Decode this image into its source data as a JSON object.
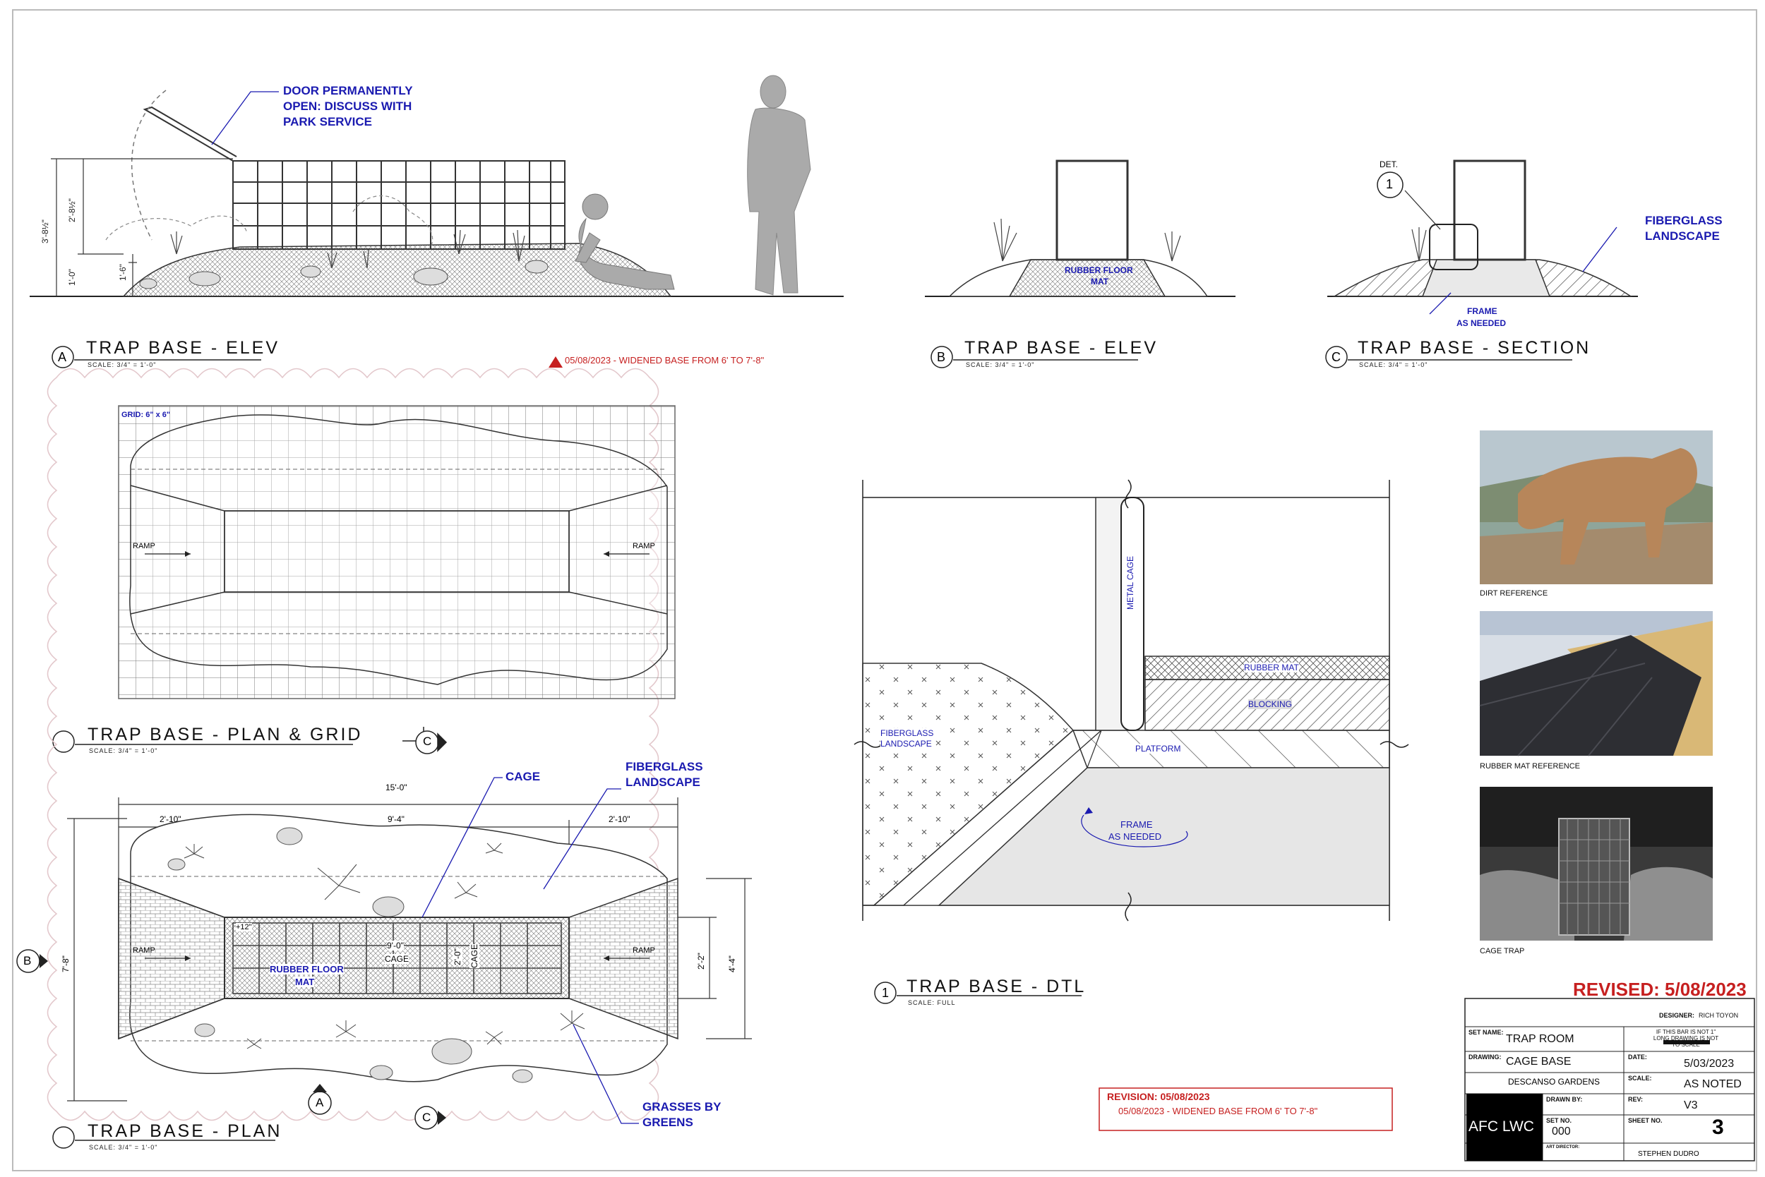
{
  "elev_a": {
    "title": "TRAP BASE - ELEV",
    "key": "A",
    "scale": "SCALE: 3/4\" = 1'-0\"",
    "door_note": [
      "DOOR PERMANENTLY",
      "OPEN: DISCUSS WITH",
      "PARK SERVICE"
    ],
    "dims": [
      "3'-8½\"",
      "2'-8½\"",
      "1'-0\"",
      "1'-6\""
    ]
  },
  "elev_b": {
    "title": "TRAP BASE - ELEV",
    "key": "B",
    "scale": "SCALE: 3/4\" = 1'-0\"",
    "mat_note": [
      "RUBBER FLOOR",
      "MAT"
    ]
  },
  "section_c": {
    "title": "TRAP BASE - SECTION",
    "key": "C",
    "scale": "SCALE: 3/4\" = 1'-0\"",
    "det": "DET.",
    "det_num": "1",
    "fiberglass_note": [
      "FIBERGLASS",
      "LANDSCAPE"
    ],
    "frame_note": [
      "FRAME",
      "AS NEEDED"
    ]
  },
  "revision_flag": "05/08/2023 - WIDENED BASE FROM 6' TO 7'-8\"",
  "plan_grid": {
    "title": "TRAP BASE - PLAN & GRID",
    "scale": "SCALE: 3/4\" = 1'-0\"",
    "grid_label": "GRID: 6\" x 6\"",
    "ramp": "RAMP"
  },
  "plan": {
    "title": "TRAP BASE - PLAN",
    "scale": "SCALE: 3/4\" = 1'-0\"",
    "cage_note": "CAGE",
    "fiberglass_note": [
      "FIBERGLASS",
      "LANDSCAPE"
    ],
    "grasses_note": [
      "GRASSES BY",
      "GREENS"
    ],
    "ramp": "RAMP",
    "dims": {
      "overall": "15'-0\"",
      "center": "9'-4\"",
      "left": "2'-10\"",
      "right": "2'-10\"",
      "width": "7'-8\"",
      "right_inner": "2'-2\"",
      "right_outer": "4'-4\"",
      "offset": "+12\"",
      "cage_len": "9'-0\"",
      "cage_w": "2'-0\""
    },
    "cage_label": "CAGE",
    "mat_note": [
      "RUBBER FLOOR",
      "MAT"
    ],
    "key_b": "B",
    "key_a": "A",
    "key_c": "C"
  },
  "detail": {
    "title": "TRAP BASE - DTL",
    "key": "1",
    "scale": "SCALE: FULL",
    "metal_cage": "METAL CAGE",
    "rubber_mat": "RUBBER MAT",
    "blocking": "BLOCKING",
    "platform": "PLATFORM",
    "fiberglass": [
      "FIBERGLASS",
      "LANDSCAPE"
    ],
    "frame": [
      "FRAME",
      "AS NEEDED"
    ]
  },
  "references": [
    {
      "caption": "DIRT REFERENCE",
      "icon": "mountain-lion-photo"
    },
    {
      "caption": "RUBBER MAT REFERENCE",
      "icon": "rubber-mat-photo"
    },
    {
      "caption": "CAGE TRAP",
      "icon": "cage-trap-photo"
    }
  ],
  "revision_box": {
    "heading": "REVISION: 05/08/2023",
    "line": "05/08/2023 - WIDENED BASE FROM 6' TO 7'-8\""
  },
  "title_block": {
    "revised": "REVISED: 5/08/2023",
    "designer_label": "DESIGNER:",
    "designer": "RICH TOYON",
    "set_name_label": "SET NAME:",
    "set_name": "TRAP ROOM",
    "scale_warning": "IF THIS BAR IS NOT 1\" LONG DRAWING IS NOT TO SCALE",
    "drawing_label": "DRAWING:",
    "drawing": "CAGE BASE",
    "client": "DESCANSO GARDENS",
    "date_label": "DATE:",
    "date": "5/03/2023",
    "scale_label": "SCALE:",
    "scale": "AS NOTED",
    "drawn_by_label": "DRAWN BY:",
    "rev_label": "REV:",
    "rev": "V3",
    "logo": "AFC LWC",
    "set_no_label": "SET NO.",
    "set_no": "000",
    "sheet_no_label": "SHEET NO.",
    "sheet_no": "3",
    "director_label": "ART DIRECTOR:",
    "director": "STEPHEN DUDRO"
  },
  "colors": {
    "note": "#1a1ab0",
    "revision": "#c62020",
    "line": "#333333"
  }
}
